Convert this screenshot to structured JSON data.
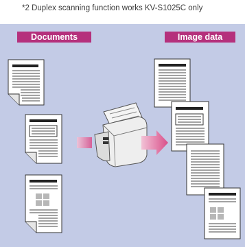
{
  "footnote": "*2 Duplex scanning function works KV-S1025C only",
  "labels": {
    "documents": "Documents",
    "image_data": "Image data"
  },
  "colors": {
    "panel_bg": "#c3cbe6",
    "label_bg": "#b5307c",
    "arrow": "#d65a8e"
  },
  "icons": [
    "document-icon",
    "scanner-icon",
    "arrow-right-icon"
  ]
}
